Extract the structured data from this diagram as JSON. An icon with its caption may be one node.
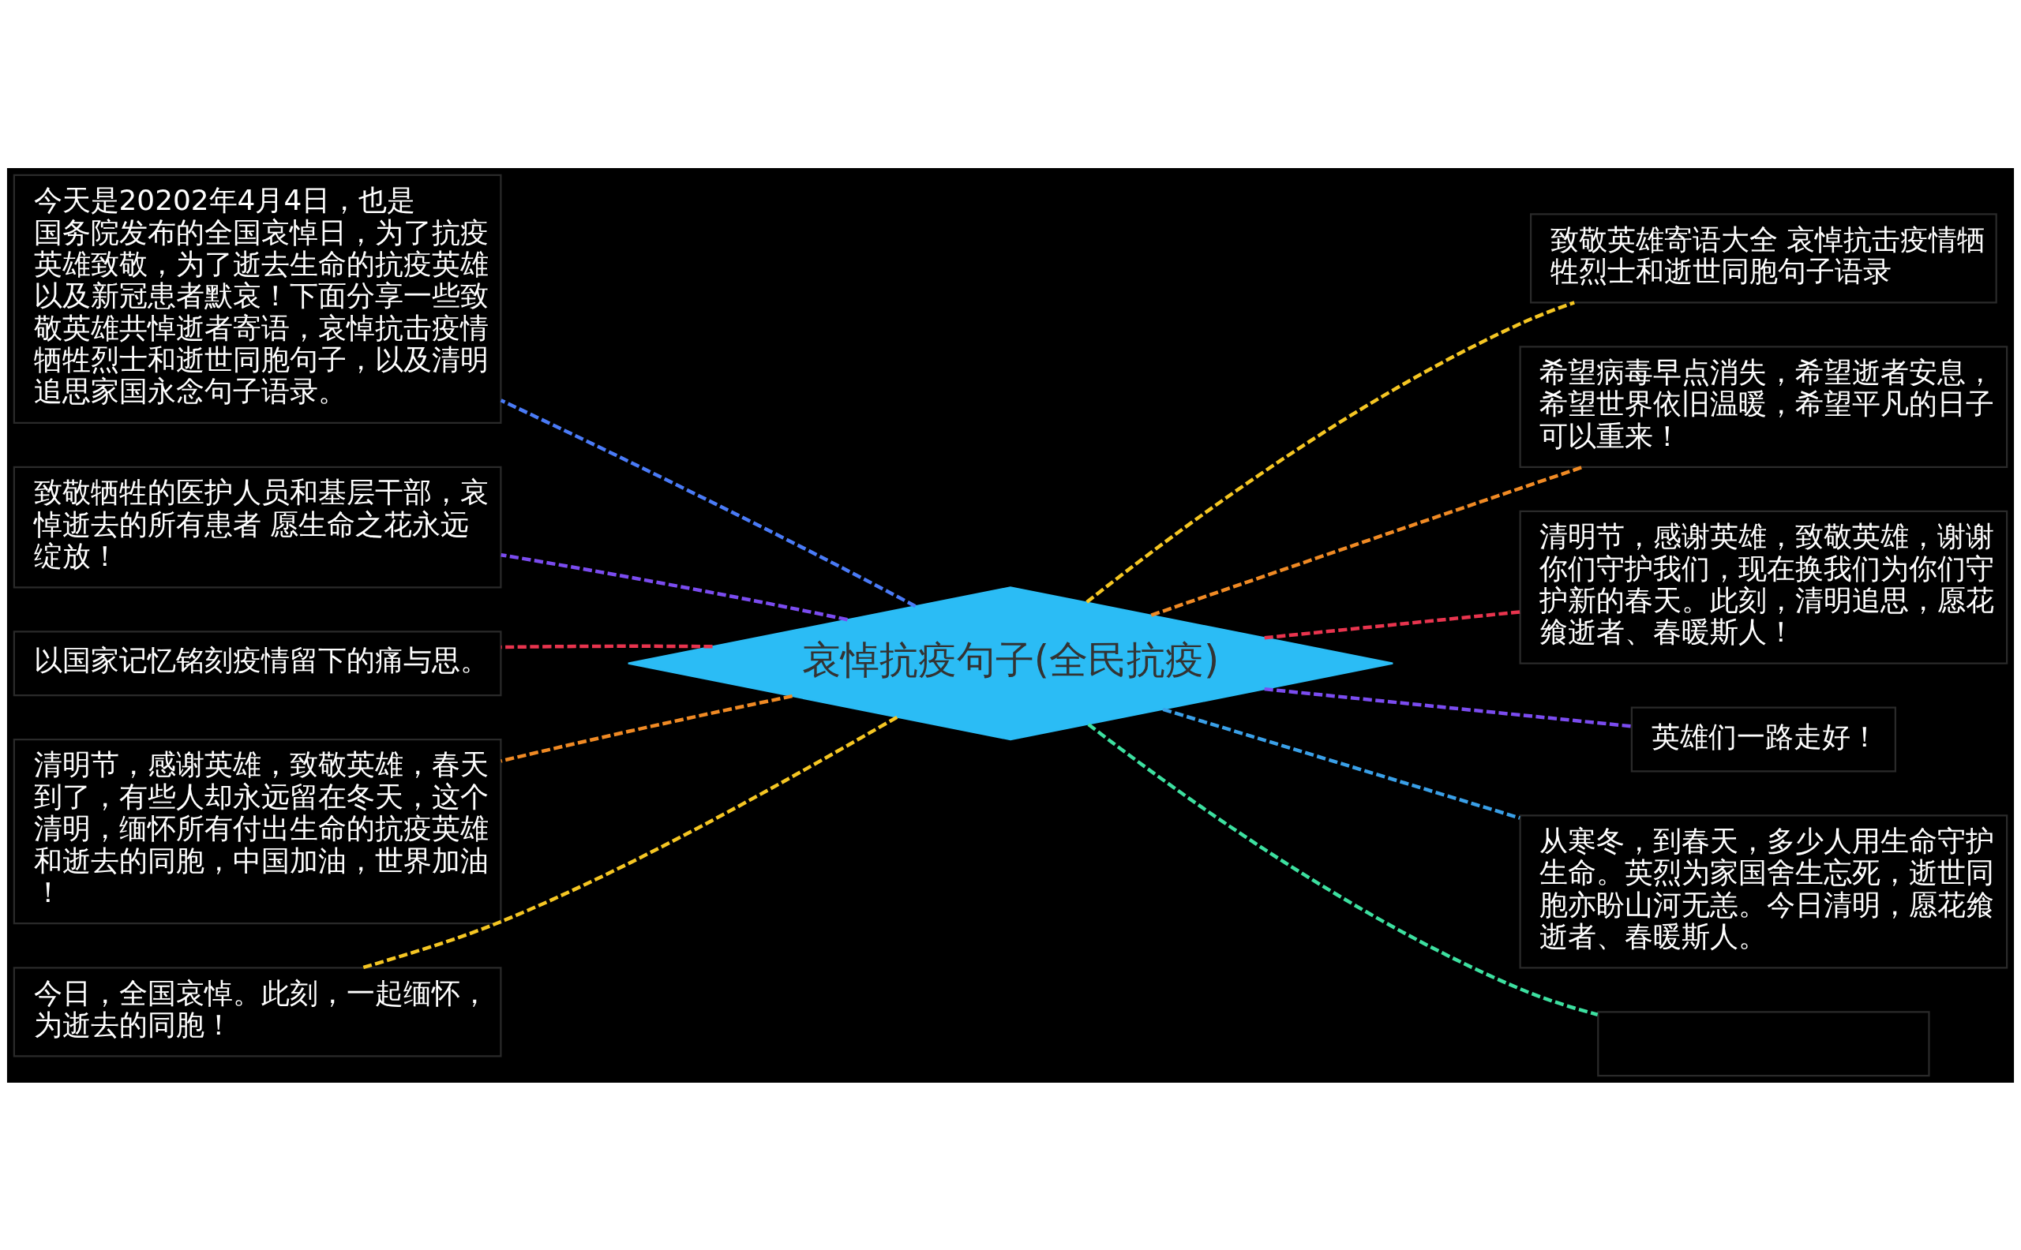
{
  "diagram": {
    "nodes": [
      {
        "text": [
          "哀悼抗疫句子(全民抗疫)"
        ]
      },
      {
        "text": [
          "今天是20202年4月4日，也是国务院发布的全国哀悼日，为了抗疫英雄致敬，为了逝去生命的抗疫英雄以及新冠患者默哀！下面分享一些致敬英雄共悼逝者寄语，哀悼抗击疫情牺牲烈士和逝世同胞句子，以及清明追思家国永念句子语录。"
        ]
      },
      {
        "text": [
          "致敬牺牲的医护人员和基层干部，哀悼逝去的所有患者 愿生命之花永远绽放！"
        ]
      },
      {
        "text": [
          "以国家记忆铭刻疫情留下的痛与思。"
        ]
      },
      {
        "text": [
          "清明节，感谢英雄，致敬英雄，春天到了，有些人却永远留在冬天，这个清明，缅怀所有付出生命的抗疫英雄和逝去的同胞，中国加油，世界加油！"
        ]
      },
      {
        "text": [
          "今日，全国哀悼。此刻，一起缅怀，为逝去的同胞！"
        ]
      },
      {
        "text": [
          "致敬英雄寄语大全 哀悼抗击疫情牺牲烈士和逝世同胞句子语录"
        ]
      },
      {
        "text": [
          "希望病毒早点消失，希望逝者安息，希望世界依旧温暖，希望平凡的日子可以重来！"
        ]
      },
      {
        "text": [
          "清明节，感谢英雄，致敬英雄，谢谢你们守护我们，现在换我们为你们守护新的春天。此刻，清明追思，愿花飨逝者、春暖斯人！"
        ]
      },
      {
        "text": [
          "英雄们一路走好！"
        ]
      },
      {
        "text": [
          "从寒冬，到春天，多少人用生命守护生命。英烈为家国舍生忘死，逝世同胞亦盼山河无恙。今日清明，愿花飨逝者、春暖斯人。"
        ]
      },
      {
        "text": [],
        "shape": "box"
      }
    ],
    "edges": [
      {
        "from": 0,
        "to": 1,
        "arrow": "none",
        "style": "dashed",
        "color": "#4a7bf7"
      },
      {
        "from": 0,
        "to": 2,
        "arrow": "none",
        "style": "dashed",
        "color": "#7b4cf0"
      },
      {
        "from": 0,
        "to": 3,
        "arrow": "none",
        "style": "dashed",
        "color": "#e8344e"
      },
      {
        "from": 0,
        "to": 4,
        "arrow": "none",
        "style": "dashed",
        "color": "#f08a24"
      },
      {
        "from": 0,
        "to": 5,
        "arrow": "none",
        "style": "dashed",
        "color": "#f5c623"
      },
      {
        "from": 0,
        "to": 6,
        "arrow": "none",
        "style": "dashed",
        "color": "#f5c623"
      },
      {
        "from": 0,
        "to": 7,
        "arrow": "none",
        "style": "dashed",
        "color": "#f08a24"
      },
      {
        "from": 0,
        "to": 8,
        "arrow": "none",
        "style": "dashed",
        "color": "#e8344e"
      },
      {
        "from": 0,
        "to": 9,
        "arrow": "none",
        "style": "dashed",
        "color": "#7b4cf0"
      },
      {
        "from": 0,
        "to": 10,
        "arrow": "none",
        "style": "dashed",
        "color": "#3aa0e8"
      },
      {
        "from": 0,
        "to": 11,
        "arrow": "none",
        "style": "dashed",
        "color": "#3de0a0"
      }
    ]
  }
}
